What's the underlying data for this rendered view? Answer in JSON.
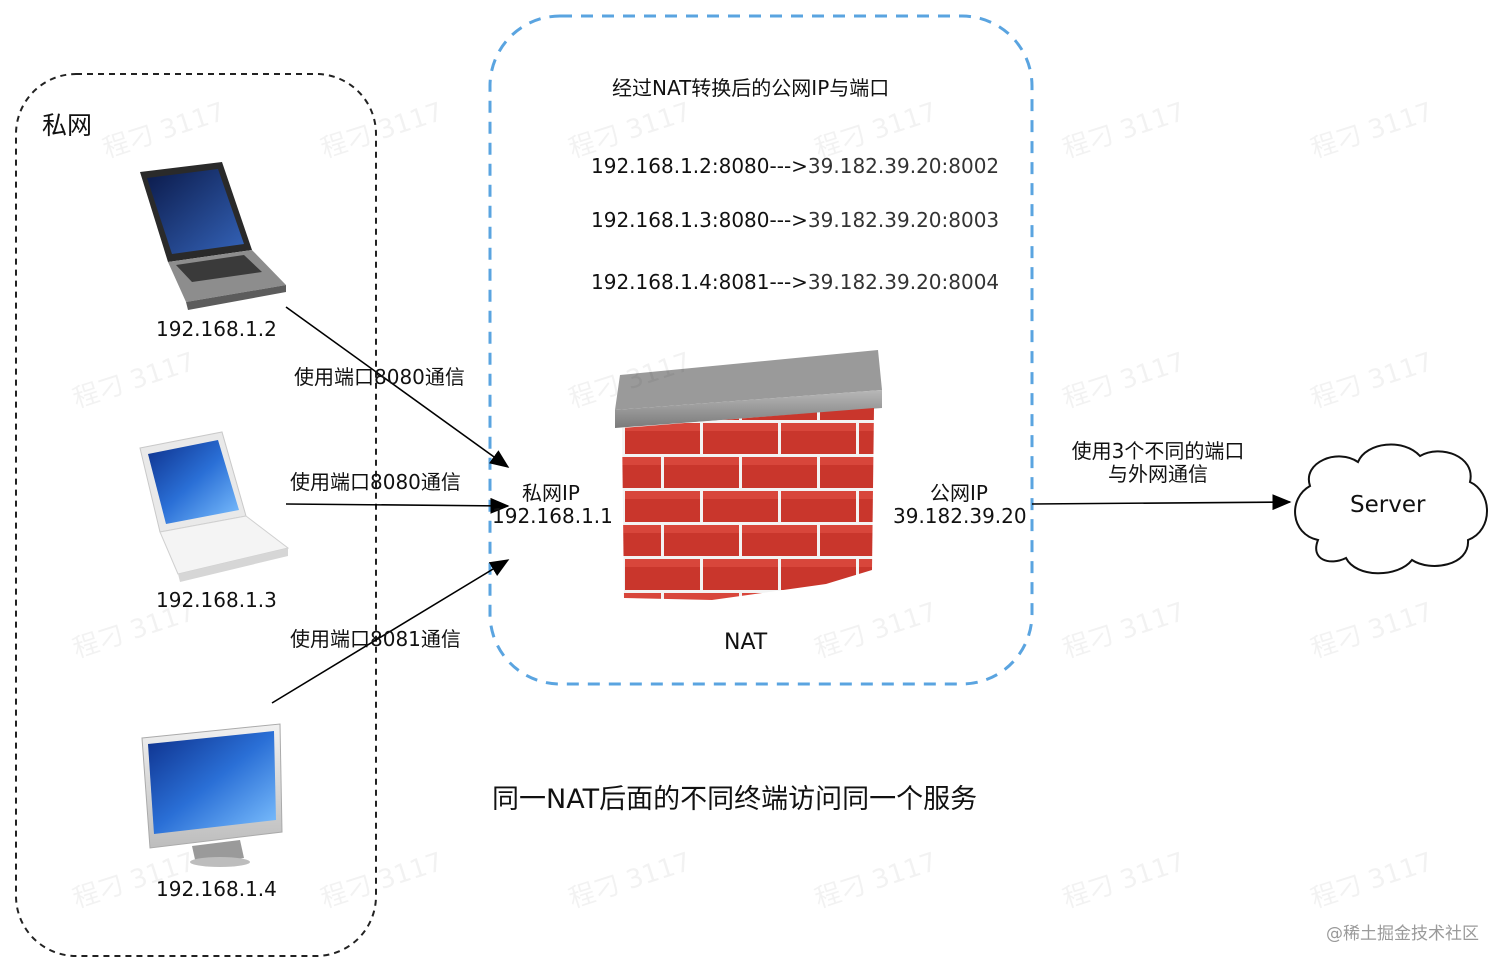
{
  "private_net": {
    "title": "私网"
  },
  "devices": [
    {
      "ip": "192.168.1.2",
      "comm": "使用端口8080通信"
    },
    {
      "ip": "192.168.1.3",
      "comm": "使用端口8080通信"
    },
    {
      "ip": "192.168.1.4",
      "comm": "使用端口8081通信"
    }
  ],
  "nat_box": {
    "title": "经过NAT转换后的公网IP与端口",
    "mappings": [
      {
        "private": "192.168.1.2:8080--->",
        "public": "39.182.39.20:8002"
      },
      {
        "private": "192.168.1.3:8080--->",
        "public": "39.182.39.20:8003"
      },
      {
        "private": "192.168.1.4:8081--->",
        "public": "39.182.39.20:8004"
      }
    ],
    "private_ip_label": "私网IP",
    "private_ip": "192.168.1.1",
    "public_ip_label": "公网IP",
    "public_ip": "39.182.39.20",
    "nat_label": "NAT"
  },
  "outbound": {
    "line1": "使用3个不同的端口",
    "line2": "与外网通信"
  },
  "server": {
    "label": "Server"
  },
  "caption": "同一NAT后面的不同终端访问同一个服务",
  "watermark": "程刁 3117",
  "footer": "@稀土掘金技术社区",
  "colors": {
    "nat_border": "#5aa4e0",
    "brick": "#c9362c",
    "mortar": "#ffffff"
  }
}
